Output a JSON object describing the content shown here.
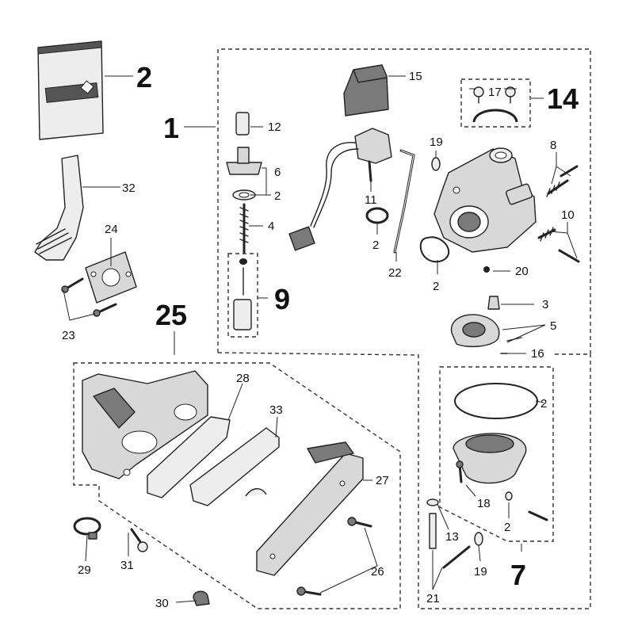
{
  "labels": {
    "l1": "1",
    "l2_top": "2",
    "l2_gasket6": "2",
    "l2_ring": "2",
    "l2_carb": "2",
    "l2_bowl_gasket": "2",
    "l2_bowl_small": "2",
    "l3": "3",
    "l4": "4",
    "l5": "5",
    "l6": "6",
    "l7": "7",
    "l8": "8",
    "l9": "9",
    "l10": "10",
    "l11": "11",
    "l12": "12",
    "l13": "13",
    "l14": "14",
    "l15": "15",
    "l16": "16",
    "l17": "17",
    "l18": "18",
    "l19_top": "19",
    "l19_bottom": "19",
    "l20": "20",
    "l21": "21",
    "l22": "22",
    "l23": "23",
    "l24": "24",
    "l25": "25",
    "l26": "26",
    "l27": "27",
    "l28": "28",
    "l29": "29",
    "l30": "30",
    "l31": "31",
    "l32": "32",
    "l33": "33"
  },
  "colors": {
    "ink": "#222222",
    "part_fill": "#d8d8d8",
    "part_dark": "#7a7a7a",
    "background": "#ffffff"
  }
}
